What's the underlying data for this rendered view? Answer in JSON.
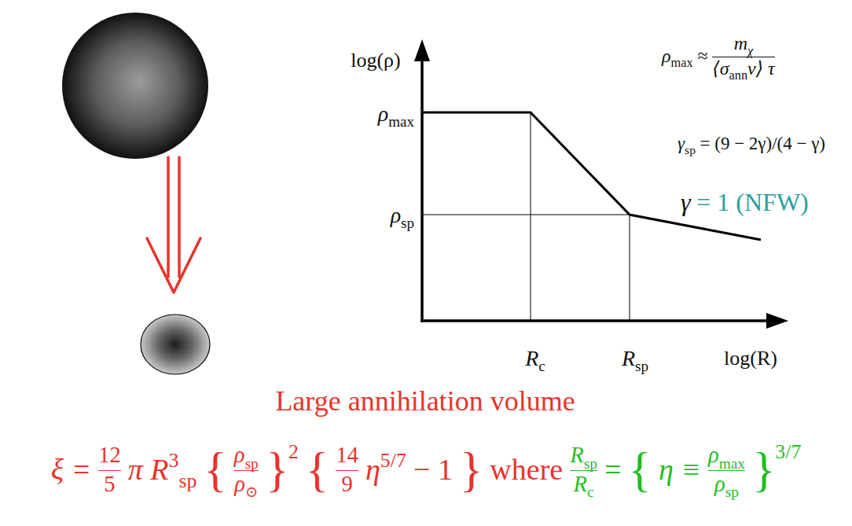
{
  "diagram": {
    "labels": [
      "log(ρ)",
      "ρ",
      "max",
      "ρ",
      "sp",
      "R",
      "c",
      "R",
      "sp",
      "log(R)",
      "ρ",
      "max",
      "≈",
      "m",
      "χ",
      "⟨σ",
      "ann",
      "v⟩ τ",
      "γ",
      "sp",
      "= (9 − 2γ)/(4 − γ)",
      "γ",
      "= 1 (NFW)",
      "Large annihilation volume",
      "ξ =",
      "12",
      "5",
      "π R",
      "3",
      "sp",
      "{",
      "ρ",
      "sp",
      "ρ",
      "⊙",
      "}",
      "2",
      "{",
      "14",
      "9",
      "η",
      "5/7",
      "− 1",
      "}",
      "where",
      "R",
      "sp",
      "R",
      "c",
      "=",
      "{",
      "η ≡",
      "ρ",
      "max",
      "ρ",
      "sp",
      "}",
      "3/7"
    ]
  }
}
